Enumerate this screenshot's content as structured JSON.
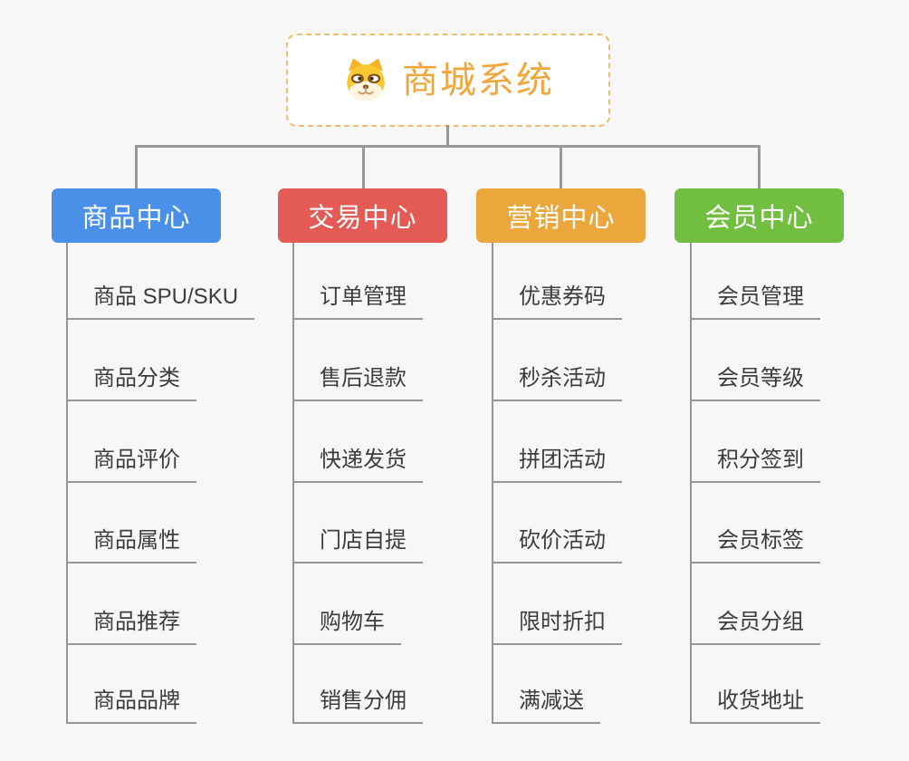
{
  "root": {
    "title": "商城系统",
    "title_color": "#f0a63a",
    "border_color": "#eebd6d",
    "icon": "doge-icon"
  },
  "line_color": "#989898",
  "branches": [
    {
      "label": "商品中心",
      "color": "#4a90e8",
      "items": [
        "商品 SPU/SKU",
        "商品分类",
        "商品评价",
        "商品属性",
        "商品推荐",
        "商品品牌"
      ]
    },
    {
      "label": "交易中心",
      "color": "#e45b55",
      "items": [
        "订单管理",
        "售后退款",
        "快递发货",
        "门店自提",
        "购物车",
        "销售分佣"
      ]
    },
    {
      "label": "营销中心",
      "color": "#eba73c",
      "items": [
        "优惠券码",
        "秒杀活动",
        "拼团活动",
        "砍价活动",
        "限时折扣",
        "满减送"
      ]
    },
    {
      "label": "会员中心",
      "color": "#71be41",
      "items": [
        "会员管理",
        "会员等级",
        "积分签到",
        "会员标签",
        "会员分组",
        "收货地址"
      ]
    }
  ]
}
